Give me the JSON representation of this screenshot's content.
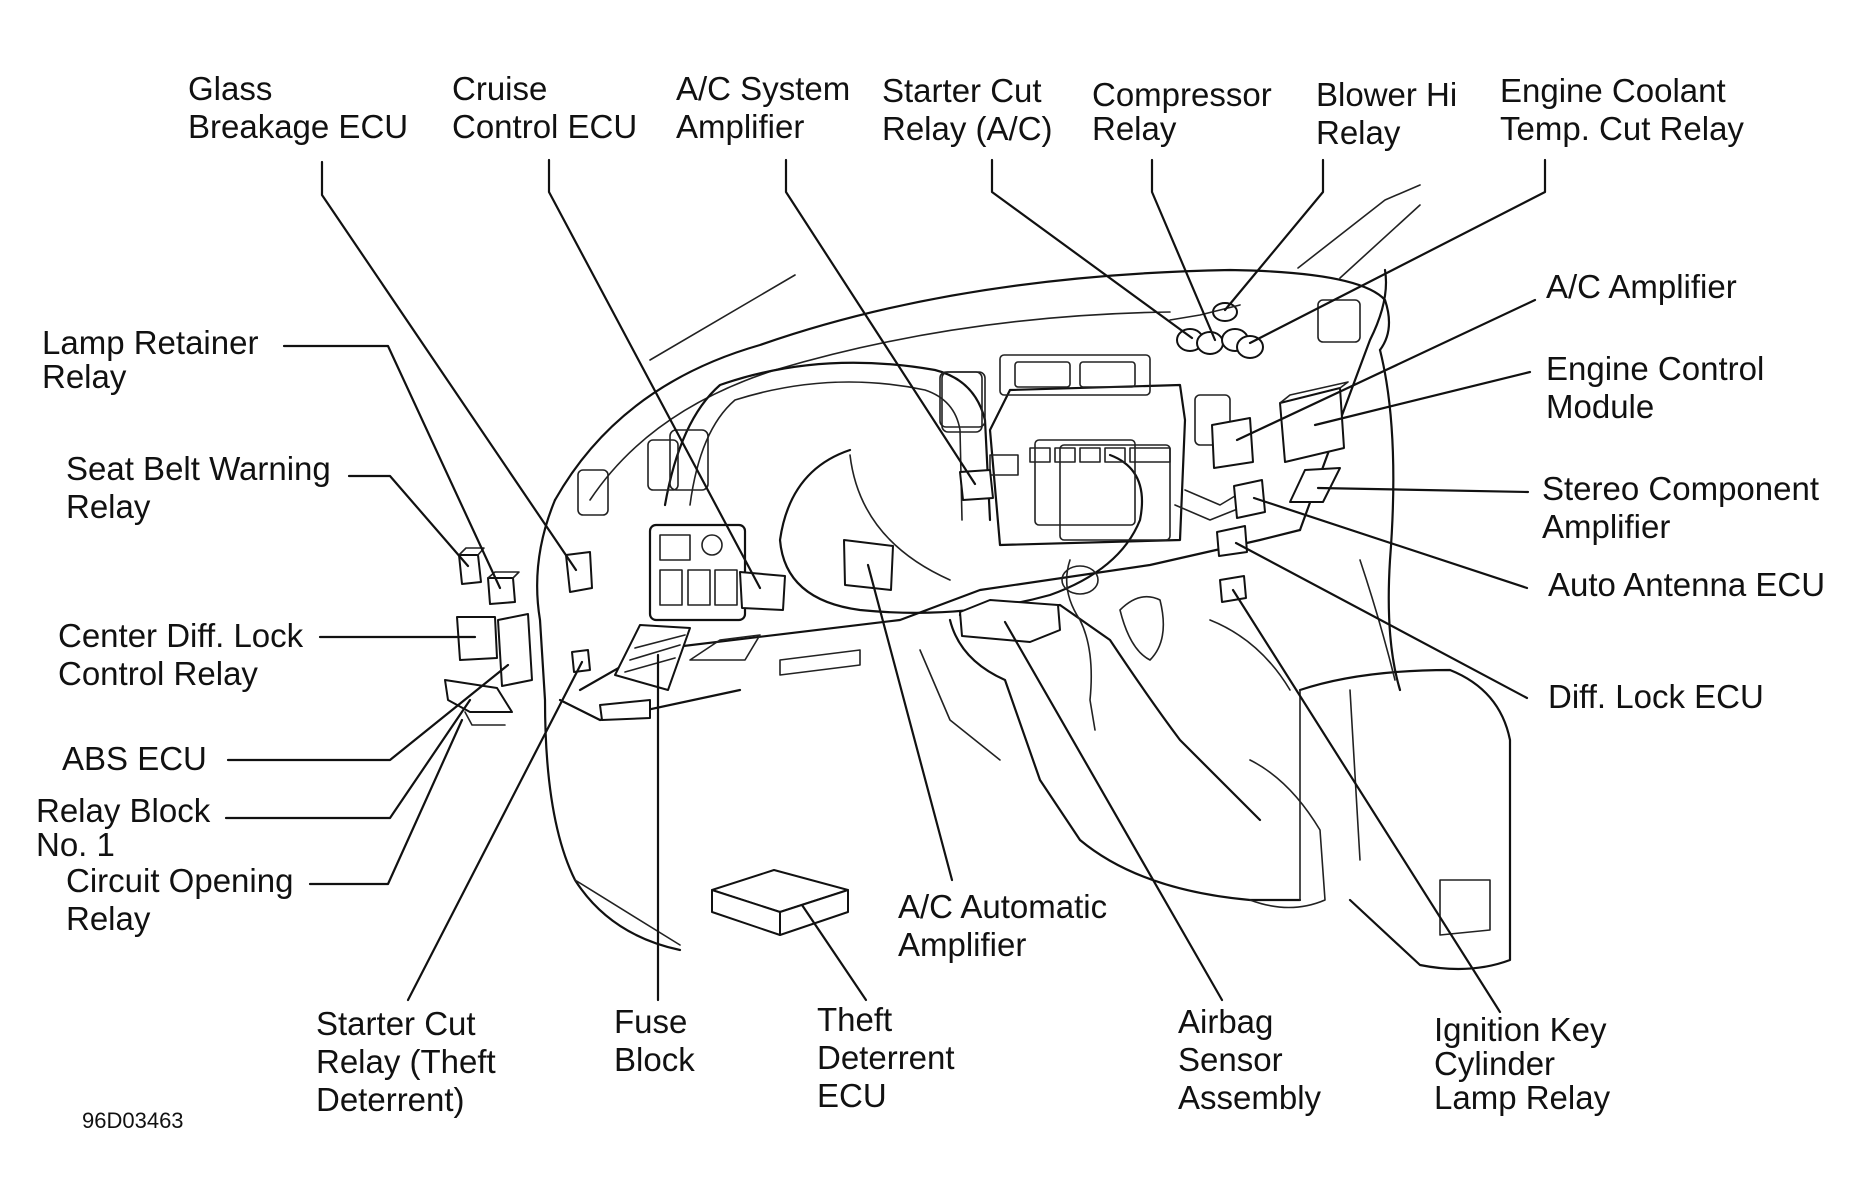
{
  "labels": {
    "glass_breakage_ecu": [
      "Glass",
      "Breakage ECU"
    ],
    "cruise_control_ecu": [
      "Cruise",
      "Control ECU"
    ],
    "ac_system_amplifier": [
      "A/C System",
      "Amplifier"
    ],
    "starter_cut_relay_ac": [
      "Starter Cut",
      "Relay (A/C)"
    ],
    "compressor_relay": [
      "Compressor",
      "Relay"
    ],
    "blower_hi_relay": [
      "Blower Hi",
      "Relay"
    ],
    "engine_coolant_temp_cut_relay": [
      "Engine Coolant",
      "Temp. Cut Relay"
    ],
    "ac_amplifier": [
      "A/C Amplifier"
    ],
    "engine_control_module": [
      "Engine Control",
      "Module"
    ],
    "stereo_component_amplifier": [
      "Stereo Component",
      "Amplifier"
    ],
    "auto_antenna_ecu": [
      "Auto Antenna ECU"
    ],
    "diff_lock_ecu": [
      "Diff. Lock ECU"
    ],
    "lamp_retainer_relay": [
      "Lamp Retainer",
      "Relay"
    ],
    "seat_belt_warning_relay": [
      "Seat Belt Warning",
      "Relay"
    ],
    "center_diff_lock_control_relay": [
      "Center Diff. Lock",
      "Control Relay"
    ],
    "abs_ecu": [
      "ABS ECU"
    ],
    "relay_block_no1": [
      "Relay Block",
      "No. 1"
    ],
    "circuit_opening_relay": [
      "Circuit Opening",
      "Relay"
    ],
    "starter_cut_relay_theft": [
      "Starter Cut",
      "Relay (Theft",
      "Deterrent)"
    ],
    "fuse_block": [
      "Fuse",
      "Block"
    ],
    "theft_deterrent_ecu": [
      "Theft",
      "Deterrent",
      "ECU"
    ],
    "ac_automatic_amplifier": [
      "A/C Automatic",
      "Amplifier"
    ],
    "airbag_sensor_assembly": [
      "Airbag",
      "Sensor",
      "Assembly"
    ],
    "ignition_key_cylinder_lamp_relay": [
      "Ignition Key",
      "Cylinder",
      "Lamp Relay"
    ]
  },
  "figure_id": "96D03463"
}
